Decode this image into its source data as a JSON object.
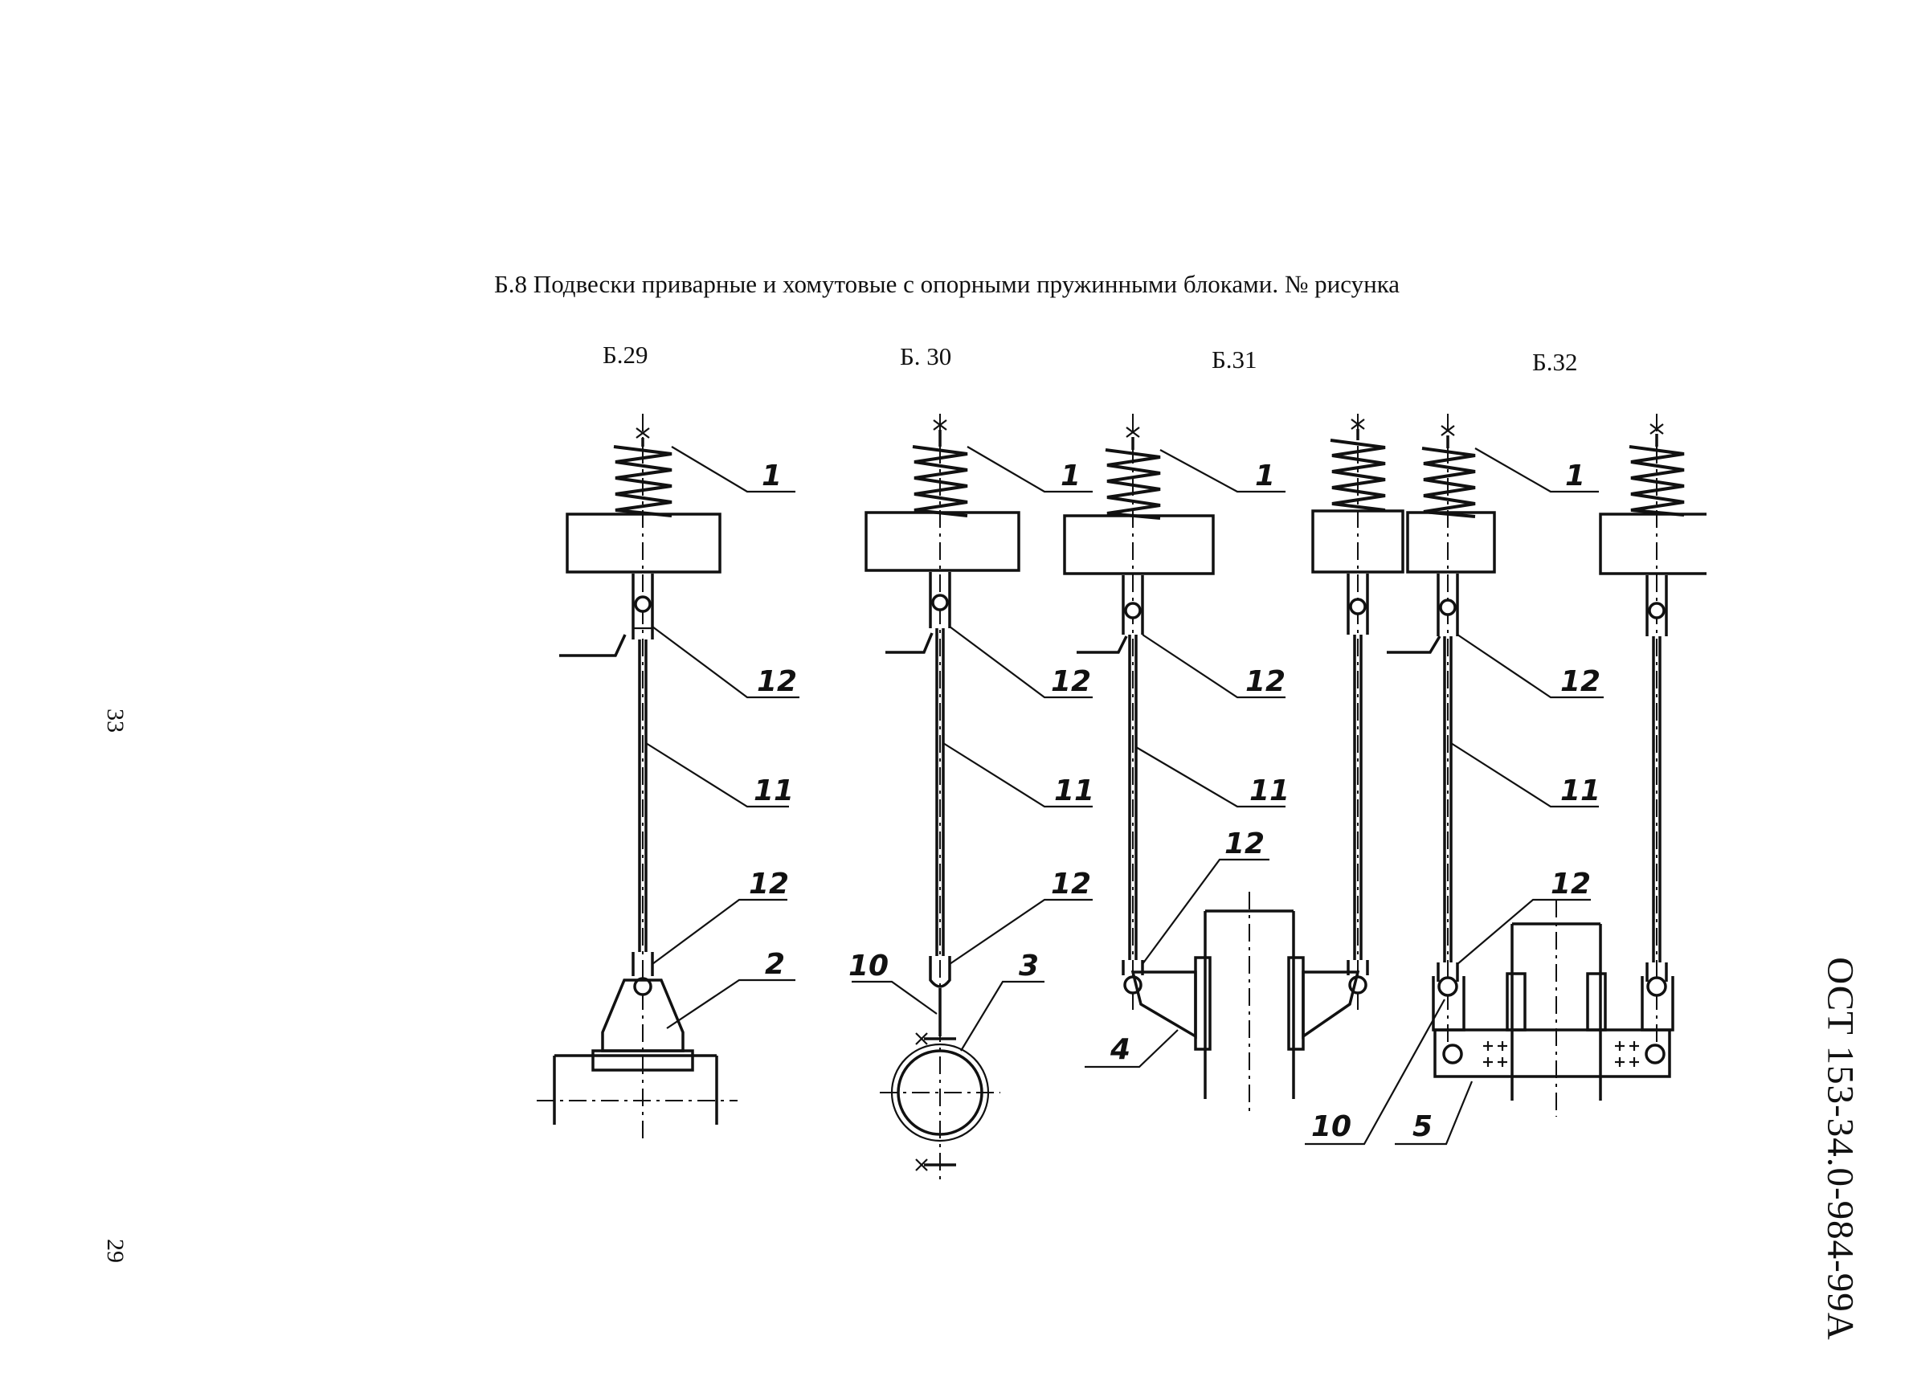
{
  "header": {
    "title": "Б.8 Подвески приварные и хомутовые с опорными пружинными блоками.  № рисунка"
  },
  "figures": [
    {
      "id": "b29",
      "label": "Б.29"
    },
    {
      "id": "b30",
      "label": "Б. 30"
    },
    {
      "id": "b31",
      "label": "Б.31"
    },
    {
      "id": "b32",
      "label": "Б.32"
    }
  ],
  "callouts": {
    "spring": "1",
    "lug_welded": "2",
    "clamp": "3",
    "bracket_b31": "4",
    "beam_b32": "5",
    "bolt": "10",
    "rod": "11",
    "coupling": "12"
  },
  "margin": {
    "page_number_top": "33",
    "page_number_bottom": "29",
    "document_id": "ОСТ 153-34.0-984-99А"
  }
}
